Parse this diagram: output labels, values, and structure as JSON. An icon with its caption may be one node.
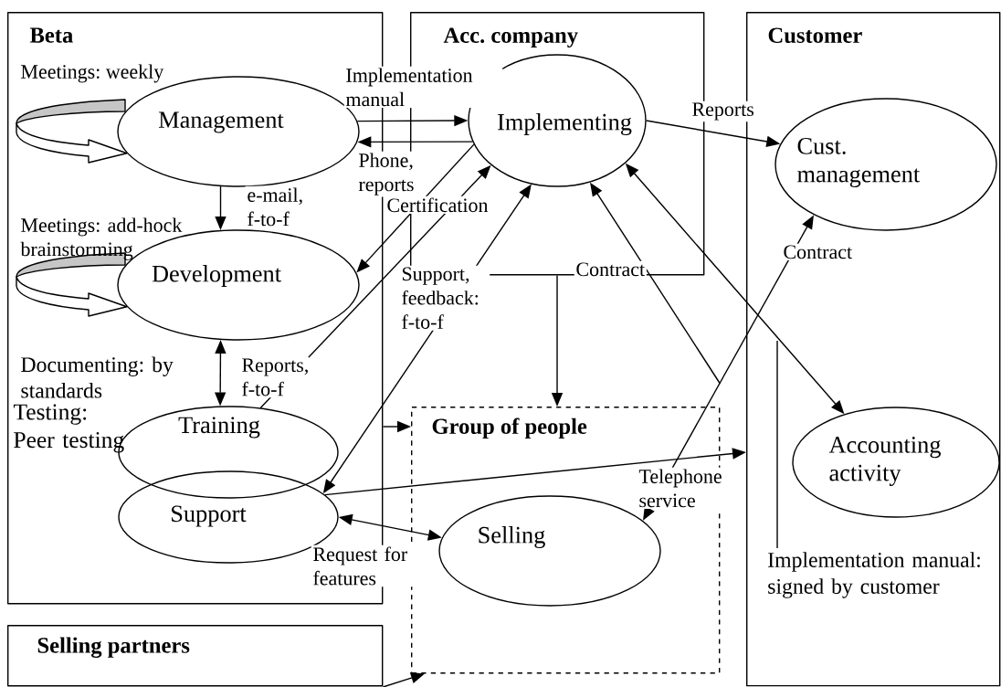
{
  "diagram": {
    "nodes": [
      {
        "text": [
          "Beta"
        ]
      },
      {
        "text": [
          "Acc. company"
        ]
      },
      {
        "text": [
          "Customer"
        ]
      },
      {
        "text": [
          "Management"
        ],
        "in": 0
      },
      {
        "text": [
          "Development"
        ],
        "in": 0
      },
      {
        "text": [
          "Training"
        ],
        "in": 0
      },
      {
        "text": [
          "Support"
        ],
        "in": 0
      },
      {
        "text": [
          "Implementing"
        ],
        "in": 1
      },
      {
        "text": [
          "Cust. management"
        ],
        "in": 2
      },
      {
        "text": [
          "Group of people"
        ]
      },
      {
        "text": [
          "Selling"
        ],
        "in": 9
      },
      {
        "text": [
          "Accounting activity"
        ],
        "in": 2
      },
      {
        "text": [
          "Selling partners"
        ]
      },
      {
        "text": [
          "Implementation manual: signed by customer"
        ],
        "in": 2
      }
    ],
    "edges": [
      {
        "from": 3,
        "to": 3,
        "arrow": "to",
        "label": "Meetings: weekly"
      },
      {
        "from": 4,
        "to": 4,
        "arrow": "to",
        "label": "Meetings: add-hock brainstorming"
      },
      {
        "from": 3,
        "to": 4,
        "arrow": "to",
        "label": "e-mail, f-to-f"
      },
      {
        "from": 4,
        "to": 5,
        "arrow": "both",
        "label": "Reports, f-to-f"
      },
      {
        "from": 3,
        "to": 7,
        "arrow": "to",
        "label": "Implementation manual"
      },
      {
        "from": 7,
        "to": 3,
        "arrow": "to",
        "label": "Phone, reports"
      },
      {
        "from": 7,
        "to": 4,
        "arrow": "to",
        "label": "Certification"
      },
      {
        "from": 5,
        "to": 7,
        "arrow": "to"
      },
      {
        "from": 7,
        "to": 6,
        "arrow": "both",
        "label": "Support, feedback: f-to-f"
      },
      {
        "from": 9,
        "to": 7,
        "arrow": "to",
        "label": "Contract"
      },
      {
        "from": 1,
        "to": 9,
        "arrow": "to"
      },
      {
        "from": 7,
        "to": 11,
        "arrow": "both"
      },
      {
        "from": 7,
        "to": 8,
        "arrow": "to",
        "label": "Reports"
      },
      {
        "from": 10,
        "to": 8,
        "arrow": "both",
        "label": "Contract"
      },
      {
        "from": 6,
        "to": 2,
        "arrow": "to",
        "label": "Telephone service"
      },
      {
        "from": 6,
        "to": 10,
        "arrow": "both",
        "label": "Request for features"
      },
      {
        "from": 0,
        "to": 9,
        "arrow": "to"
      },
      {
        "from": 12,
        "to": 9,
        "arrow": "to"
      },
      {
        "from": 13,
        "to": null,
        "arrow": "none"
      }
    ],
    "labels": [
      "Documenting: by standards",
      "Testing: Peer testing"
    ]
  }
}
